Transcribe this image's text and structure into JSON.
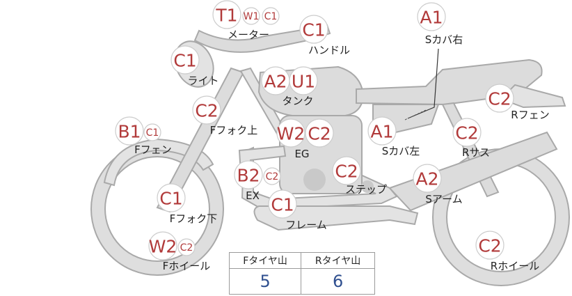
{
  "parts": [
    {
      "id": "meter",
      "label": "メーター",
      "grades": [
        "T1",
        "W1",
        "C1"
      ]
    },
    {
      "id": "handle",
      "label": "ハンドル",
      "grades": [
        "C1"
      ]
    },
    {
      "id": "light",
      "label": "ライト",
      "grades": [
        "C1"
      ]
    },
    {
      "id": "tank",
      "label": "タンク",
      "grades": [
        "A2",
        "U1"
      ]
    },
    {
      "id": "f-fork-upper",
      "label": "Fフォク上",
      "grades": [
        "C2"
      ]
    },
    {
      "id": "f-fender",
      "label": "Fフェン",
      "grades": [
        "B1",
        "C1"
      ]
    },
    {
      "id": "engine",
      "label": "EG",
      "grades": [
        "W2",
        "C2"
      ]
    },
    {
      "id": "exhaust",
      "label": "EX",
      "grades": [
        "B2",
        "C2"
      ]
    },
    {
      "id": "f-fork-lower",
      "label": "Fフォク下",
      "grades": [
        "C1"
      ]
    },
    {
      "id": "step",
      "label": "ステップ",
      "grades": [
        "C2"
      ]
    },
    {
      "id": "frame",
      "label": "フレーム",
      "grades": [
        "C1"
      ]
    },
    {
      "id": "f-wheel",
      "label": "Fホイール",
      "grades": [
        "W2",
        "C2"
      ]
    },
    {
      "id": "s-cover-right",
      "label": "Sカバ右",
      "grades": [
        "A1"
      ]
    },
    {
      "id": "s-cover-left",
      "label": "Sカバ左",
      "grades": [
        "A1"
      ]
    },
    {
      "id": "r-fender",
      "label": "Rフェン",
      "grades": [
        "C2"
      ]
    },
    {
      "id": "r-suspension",
      "label": "Rサス",
      "grades": [
        "C2"
      ]
    },
    {
      "id": "swing-arm",
      "label": "Sアーム",
      "grades": [
        "A2"
      ]
    },
    {
      "id": "r-wheel",
      "label": "Rホイール",
      "grades": [
        "C2"
      ]
    }
  ],
  "tread": {
    "front_label": "Fタイヤ山",
    "rear_label": "Rタイヤ山",
    "front_value": "5",
    "rear_value": "6"
  },
  "colors": {
    "grade": "#b13a3a",
    "tread_value": "#2f4f8f",
    "bike_fill": "#dcdcdc",
    "bike_outline": "#a9a9a9"
  }
}
